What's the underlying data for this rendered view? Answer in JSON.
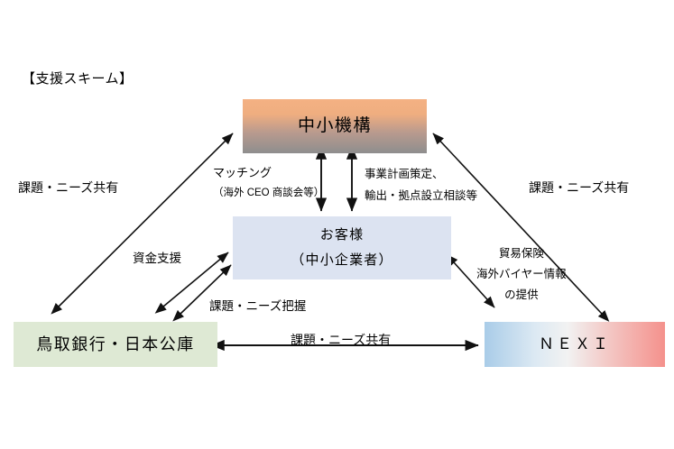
{
  "title": "【支援スキーム】",
  "nodes": {
    "chusho": {
      "label": "中小機構",
      "color": "#F4B183"
    },
    "customer": {
      "line1": "お客様",
      "line2": "（中小企業者）",
      "color": "#DCE3F1"
    },
    "bank": {
      "label": "鳥取銀行・日本公庫",
      "color": "#DEE9D4"
    },
    "nexi": {
      "label": "ＮＥＸＩ",
      "color": "#F4918C"
    }
  },
  "edge_labels": {
    "left_share": "課題・ニーズ共有",
    "right_share": "課題・ニーズ共有",
    "matching_main": "マッチング",
    "matching_sub": "（海外 CEO 商談会等）",
    "plan_line1": "事業計画策定、",
    "plan_line2": "輸出・拠点設立相談等",
    "funding": "資金支援",
    "needs_grasp": "課題・ニーズ把握",
    "nexi_service_line1": "貿易保険",
    "nexi_service_line2": "海外バイヤー情報",
    "nexi_service_line3": "の提供",
    "bottom_share": "課題・ニーズ共有"
  },
  "arrows": [
    {
      "name": "bank-to-chusho",
      "type": "double-diagonal"
    },
    {
      "name": "nexi-to-chusho",
      "type": "double-diagonal"
    },
    {
      "name": "chusho-customer-left",
      "type": "double-vertical"
    },
    {
      "name": "chusho-customer-right",
      "type": "double-vertical"
    },
    {
      "name": "bank-to-customer-upper",
      "type": "double-diagonal"
    },
    {
      "name": "bank-to-customer-lower",
      "type": "double-diagonal"
    },
    {
      "name": "nexi-to-customer",
      "type": "double-diagonal"
    },
    {
      "name": "bank-to-nexi",
      "type": "double-horizontal"
    }
  ]
}
